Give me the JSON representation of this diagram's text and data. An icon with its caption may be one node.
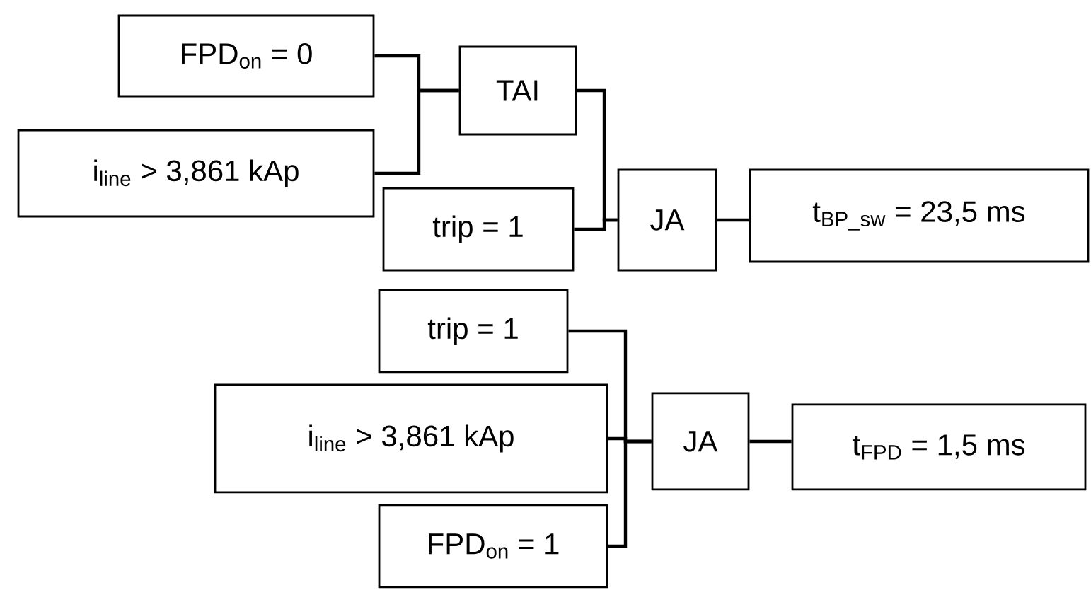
{
  "diagram": {
    "nodes": [
      {
        "text": [
          "FPD$_{on}$ = 0"
        ]
      },
      {
        "text": [
          "i$_{line}$ > 3,861 kAp"
        ]
      },
      {
        "text": [
          "TAI"
        ]
      },
      {
        "text": [
          "trip = 1"
        ]
      },
      {
        "text": [
          "JA"
        ]
      },
      {
        "text": [
          "t$_{BP_sw}$ = 23,5 ms"
        ]
      },
      {
        "text": [
          "trip = 1"
        ]
      },
      {
        "text": [
          "i$_{line}$ > 3,861 kAp"
        ]
      },
      {
        "text": [
          "JA"
        ]
      },
      {
        "text": [
          "t$_{FPD}$ = 1,5 ms"
        ]
      },
      {
        "text": [
          "FPD$_{on}$ = 1"
        ]
      }
    ],
    "edges": [
      {
        "from": 0,
        "to": 2,
        "arrow": "none"
      },
      {
        "from": 1,
        "to": 2,
        "arrow": "none"
      },
      {
        "from": 2,
        "to": 4,
        "arrow": "none"
      },
      {
        "from": 3,
        "to": 4,
        "arrow": "none"
      },
      {
        "from": 4,
        "to": 5,
        "arrow": "none"
      },
      {
        "from": 6,
        "to": 8,
        "arrow": "none"
      },
      {
        "from": 7,
        "to": 8,
        "arrow": "none"
      },
      {
        "from": 10,
        "to": 8,
        "arrow": "none"
      },
      {
        "from": 8,
        "to": 9,
        "arrow": "none"
      }
    ]
  }
}
